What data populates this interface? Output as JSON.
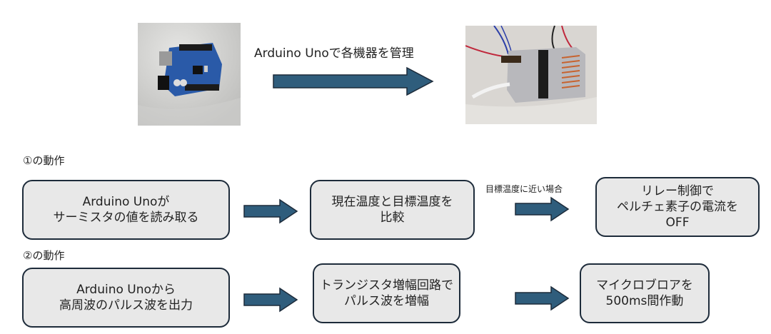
{
  "header": {
    "caption": "Arduino Unoで各機器を管理",
    "left_photo": "arduino-uno-board-photo",
    "right_photo": "peltier-cooling-device-photo"
  },
  "flow1": {
    "title": "①の動作",
    "steps": [
      {
        "lines": [
          "Arduino Unoが",
          "サーミスタの値を読み取る"
        ]
      },
      {
        "lines": [
          "現在温度と目標温度を",
          "比較"
        ]
      },
      {
        "lines": [
          "リレー制御で",
          "ペルチェ素子の電流を",
          "OFF"
        ]
      }
    ],
    "condition_label": "目標温度に近い場合"
  },
  "flow2": {
    "title": "②の動作",
    "steps": [
      {
        "lines": [
          "Arduino Unoから",
          "高周波のパルス波を出力"
        ]
      },
      {
        "lines": [
          "トランジスタ増幅回路で",
          "パルス波を増幅"
        ]
      },
      {
        "lines": [
          "マイクロブロアを",
          "500ms間作動"
        ]
      }
    ]
  },
  "colors": {
    "arrow_fill": "#2f5d7c",
    "arrow_stroke": "#1d2b3a",
    "box_fill": "#e8e8e8",
    "box_border": "#1d2b3a"
  }
}
